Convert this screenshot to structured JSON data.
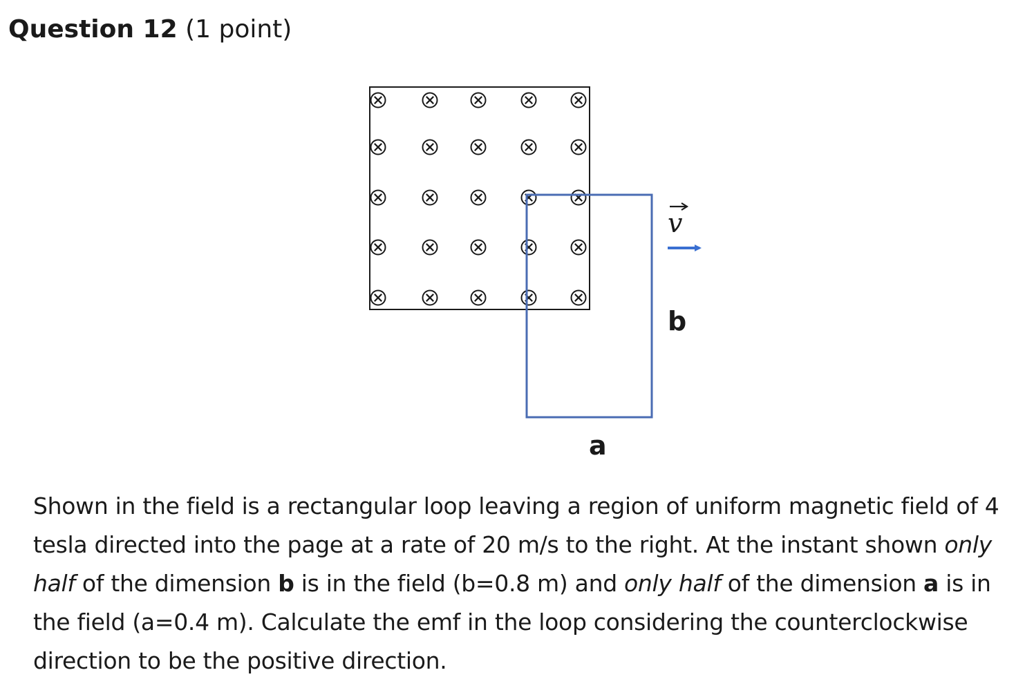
{
  "question": {
    "title": "Question 12",
    "points": "(1 point)"
  },
  "figure": {
    "field_symbol_icon": "cross-into-page-icon",
    "field_grid_rows": 5,
    "field_grid_cols": 5,
    "velocity_label": "v",
    "velocity_arrow_icon": "arrow-right-icon",
    "dimension_b_label": "b",
    "dimension_a_label": "a",
    "colors": {
      "field_border": "#1a1a1a",
      "loop": "#4a6cb3",
      "velocity_arrow": "#3a6fd1"
    }
  },
  "body": {
    "t1": "Shown in the field is a rectangular loop leaving a region of uniform magnetic field of 4 tesla directed into the page at a rate of 20 m/s to the right. At the instant shown ",
    "em1": "only half",
    "t2": " of the dimension ",
    "b1": "b",
    "t3": " is in the field (b=0.8 m) and ",
    "em2": "only half",
    "t4": " of the dimension ",
    "b2": "a",
    "t5": " is in the field (a=0.4 m). Calculate the emf in the loop considering the counterclockwise direction to be the positive direction."
  }
}
